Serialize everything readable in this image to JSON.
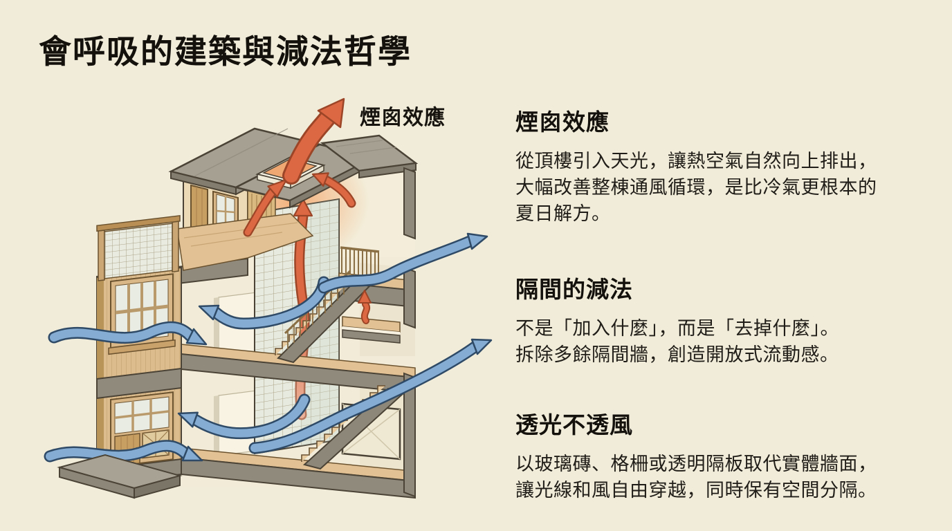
{
  "page": {
    "title": "會呼吸的建築與減法哲學",
    "background": "#f0ecd9"
  },
  "illustration": {
    "chimney_label": "煙囪效應",
    "icons": {
      "warm_airflow": "red-rising-arrows",
      "cool_airflow": "blue-wind-arrows",
      "skylight": "roof-opening",
      "glass_block_wall": "grid-glass-wall",
      "staircase": "wooden-stairs"
    }
  },
  "palette": {
    "background": "#f0ecd9",
    "warm_arrow": "#dc6743",
    "cool_arrow": "#85add4",
    "roof_gray": "#a5a092",
    "structure_gray": "#908a7c",
    "wood": "#dcbc8c",
    "glass": "#e7eadf",
    "text": "#1b1815"
  },
  "sections": [
    {
      "heading": "煙囪效應",
      "body": "從頂樓引入天光，讓熱空氣自然向上排出，\n大幅改善整棟通風循環，是比冷氣更根本的\n夏日解方。"
    },
    {
      "heading": "隔間的減法",
      "body": "不是「加入什麼」，而是「去掉什麼」。\n拆除多餘隔間牆，創造開放式流動感。"
    },
    {
      "heading": "透光不透風",
      "body": "以玻璃磚、格柵或透明隔板取代實體牆面，\n讓光線和風自由穿越，同時保有空間分隔。"
    }
  ]
}
